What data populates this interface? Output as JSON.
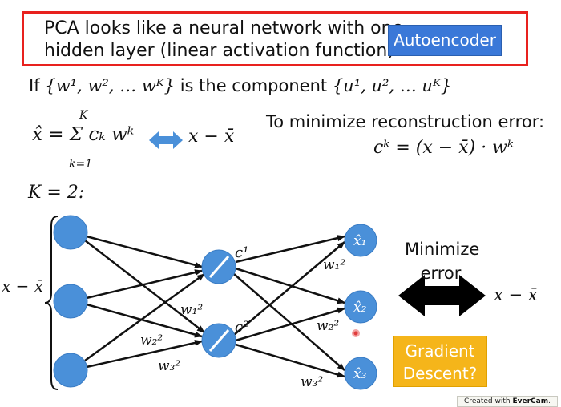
{
  "header": {
    "line1": "PCA looks like a neural network with one",
    "line2": "hidden layer (linear activation function)",
    "button_label": "Autoencoder"
  },
  "equation_if": {
    "prefix": "If",
    "w_set": "{w¹, w², … wᴷ}",
    "middle": "is the component",
    "u_set": "{u¹, u², … uᴷ}"
  },
  "reconstruction": {
    "xhat_sum": "x̂ = Σ cₖ wᵏ",
    "sum_top": "K",
    "sum_bottom": "k=1",
    "target": "x − x̄"
  },
  "minimize_text": {
    "line1": "To minimize reconstruction error:",
    "line2": "cᵏ = (x − x̄) · wᵏ"
  },
  "k_label": "K = 2:",
  "network": {
    "input_label": "x − x̄",
    "hidden_labels": [
      "c¹",
      "c²"
    ],
    "output_labels": [
      "x̂₁",
      "x̂₂",
      "x̂₃"
    ],
    "weight_labels": [
      "w₁²",
      "w₂²",
      "w₃²",
      "w₁²",
      "w₂²",
      "w₃²"
    ]
  },
  "right_panel": {
    "minimize_line1": "Minimize",
    "minimize_line2": "error",
    "target": "x − x̄",
    "button_line1": "Gradient",
    "button_line2": "Descent?"
  },
  "watermark": {
    "prefix": "Created with ",
    "brand": "EverCam",
    "suffix": "."
  },
  "colors": {
    "callout_border": "#e8211e",
    "button_blue": "#3a78d8",
    "node_blue": "#4a90d9",
    "button_orange": "#f5b51a",
    "pointer_dot": "#e03c3c"
  }
}
